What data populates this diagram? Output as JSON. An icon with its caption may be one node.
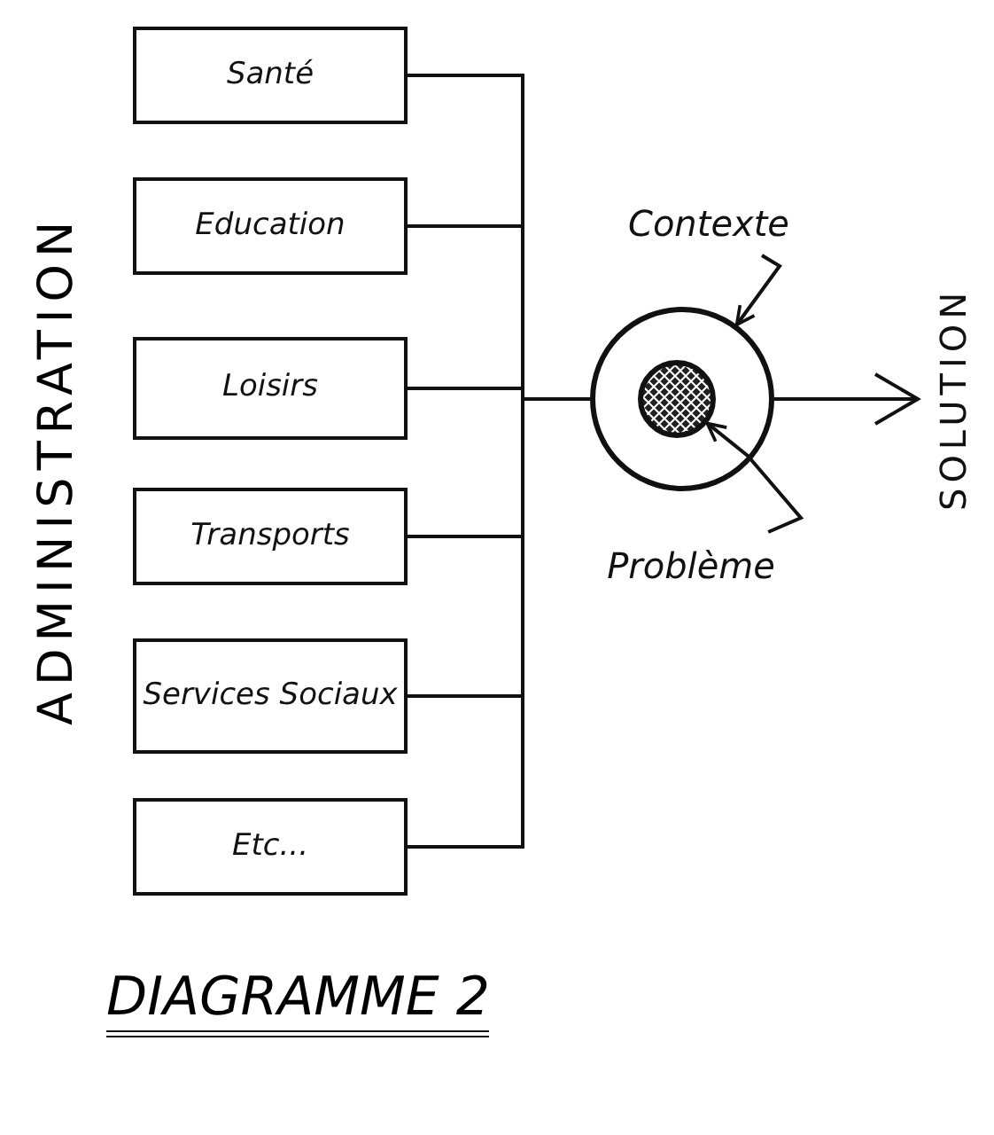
{
  "diagram": {
    "caption": "DIAGRAMME 2",
    "nodes": [
      {
        "text": [
          "Santé"
        ]
      },
      {
        "text": [
          "Education"
        ]
      },
      {
        "text": [
          "Loisirs"
        ]
      },
      {
        "text": [
          "Transports"
        ]
      },
      {
        "text": [
          "Services Sociaux"
        ]
      },
      {
        "text": [
          "Etc..."
        ]
      },
      {
        "text": [],
        "shape": "circle"
      },
      {
        "text": [],
        "shape": "circle",
        "in": 6
      },
      {
        "text": [
          "Contexte"
        ]
      },
      {
        "text": [
          "Problème"
        ]
      },
      {
        "text": [
          "SOLUTION"
        ]
      }
    ],
    "edges": [
      {
        "from": 0,
        "to": 6,
        "arrow": "none"
      },
      {
        "from": 1,
        "to": 6,
        "arrow": "none"
      },
      {
        "from": 2,
        "to": 6,
        "arrow": "none"
      },
      {
        "from": 3,
        "to": 6,
        "arrow": "none"
      },
      {
        "from": 4,
        "to": 6,
        "arrow": "none"
      },
      {
        "from": 5,
        "to": 6,
        "arrow": "none"
      },
      {
        "from": 8,
        "to": 6,
        "arrow": "to"
      },
      {
        "from": 9,
        "to": 7,
        "arrow": "to"
      },
      {
        "from": 6,
        "to": 10,
        "arrow": "to"
      }
    ],
    "labels": [
      "ADMINISTRATION"
    ]
  }
}
